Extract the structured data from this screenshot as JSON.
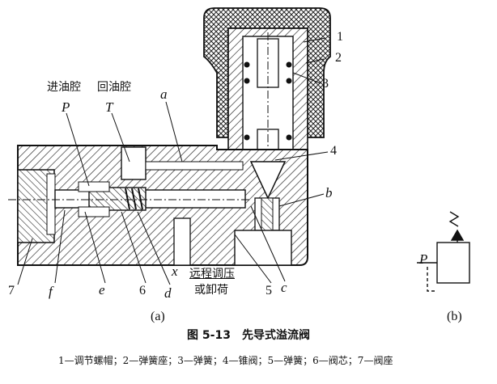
{
  "figure": {
    "title": "图 5-13　先导式溢流阀",
    "caption": "1—调节螺帽；2—弹簧座；3—弹簧；4—锥阀；5—弹簧；6—阀芯；7—阀座",
    "sub_a": "(a)",
    "sub_b": "(b)"
  },
  "labels": {
    "inlet_chamber": "进油腔",
    "return_chamber": "回油腔",
    "P": "P",
    "T": "T",
    "a": "a",
    "b": "b",
    "c": "c",
    "d": "d",
    "e": "e",
    "f": "f",
    "x": "x",
    "remote_1": "远程调压",
    "remote_2": "或卸荷",
    "n1": "1",
    "n2": "2",
    "n3": "3",
    "n4": "4",
    "n5": "5",
    "n6": "6",
    "n7": "7",
    "symbol_P": "P"
  }
}
